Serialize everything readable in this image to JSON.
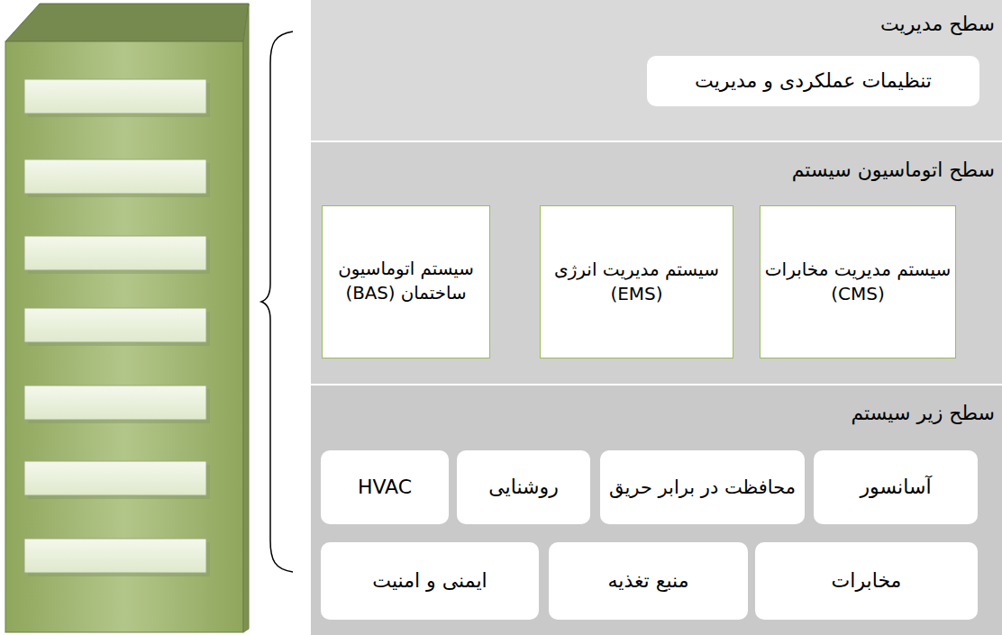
{
  "diagram": {
    "nodes": [
      {
        "text": [
          "سطح مدیریت"
        ]
      },
      {
        "text": [
          "تنظیمات عملکردی و مدیریت"
        ],
        "in": 0
      },
      {
        "text": [
          "سطح اتوماسیون سیستم"
        ]
      },
      {
        "text": [
          "سیستم مدیریت مخابرات (CMS)"
        ],
        "in": 2
      },
      {
        "text": [
          "سیستم مدیریت انرژی (EMS)"
        ],
        "in": 2
      },
      {
        "text": [
          "سیستم اتوماسیون ساختمان (BAS)"
        ],
        "in": 2
      },
      {
        "text": [
          "سطح زیر سیستم"
        ]
      },
      {
        "text": [
          "آسانسور"
        ],
        "in": 6
      },
      {
        "text": [
          "محافظت در برابر حریق"
        ],
        "in": 6
      },
      {
        "text": [
          "روشنایی"
        ],
        "in": 6
      },
      {
        "text": [
          "HVAC"
        ],
        "in": 6
      },
      {
        "text": [
          "مخابرات"
        ],
        "in": 6
      },
      {
        "text": [
          "منبع تغذیه"
        ],
        "in": 6
      },
      {
        "text": [
          "ایمنی و امنیت"
        ],
        "in": 6
      }
    ]
  }
}
